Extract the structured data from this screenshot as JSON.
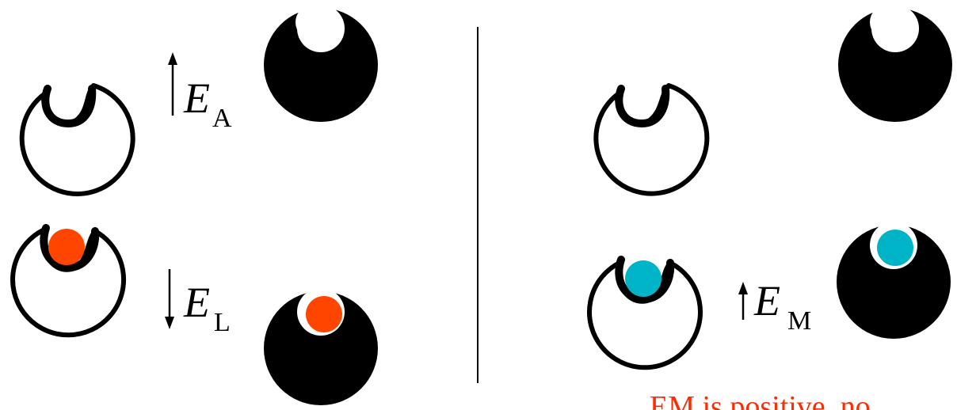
{
  "left_panel": {
    "arrow_up_label": {
      "main": "E",
      "sub": "A"
    },
    "arrow_down_label": {
      "main": "E",
      "sub": "L"
    }
  },
  "right_panel": {
    "arrow_up_label": {
      "main": "E",
      "sub": "M"
    }
  },
  "caption": "EM is positive, no",
  "colors": {
    "ligand_red": "#ff4500",
    "ligand_cyan": "#00b4c8",
    "receptor_dark": "#000000",
    "receptor_light_fill": "#ffffff",
    "outline": "#000000",
    "caption_color": "#ff2a00"
  }
}
